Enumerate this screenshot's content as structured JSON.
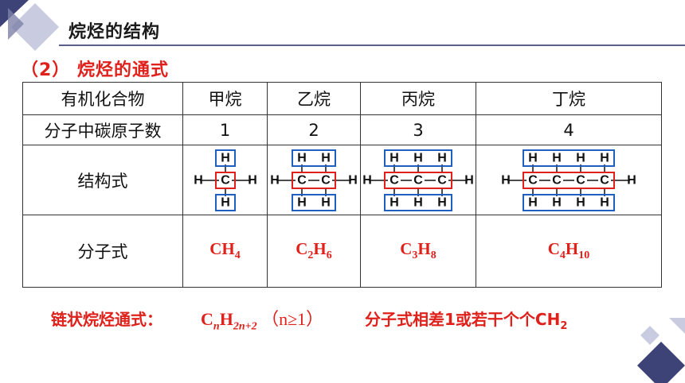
{
  "header": {
    "title": "烷烃的结构"
  },
  "section": {
    "subtitle": "（2） 烷烃的通式"
  },
  "table": {
    "row_headers": [
      "有机化合物",
      "分子中碳原子数",
      "结构式",
      "分子式"
    ],
    "columns": [
      {
        "name": "甲烷",
        "carbons": "1",
        "carbon_count": 1,
        "formula": {
          "c": "C",
          "c_sub": "",
          "h": "H",
          "h_sub": "4"
        }
      },
      {
        "name": "乙烷",
        "carbons": "2",
        "carbon_count": 2,
        "formula": {
          "c": "C",
          "c_sub": "2",
          "h": "H",
          "h_sub": "6"
        }
      },
      {
        "name": "丙烷",
        "carbons": "3",
        "carbon_count": 3,
        "formula": {
          "c": "C",
          "c_sub": "3",
          "h": "H",
          "h_sub": "8"
        }
      },
      {
        "name": "丁烷",
        "carbons": "4",
        "carbon_count": 4,
        "formula": {
          "c": "C",
          "c_sub": "4",
          "h": "H",
          "h_sub": "10"
        }
      }
    ]
  },
  "footer": {
    "general_label": "链状烷烃通式：",
    "general_formula": {
      "c": "C",
      "c_sub": "n",
      "h": "H",
      "h_sub": "2n+2",
      "condition": "（n≥1）"
    },
    "note": "分子式相差1或若干个个CH",
    "note_sub": "2"
  },
  "colors": {
    "accent_red": "#e0201b",
    "box_blue": "#1f5fbf",
    "box_red": "#e0201b",
    "deco": "#5b5f8a"
  }
}
